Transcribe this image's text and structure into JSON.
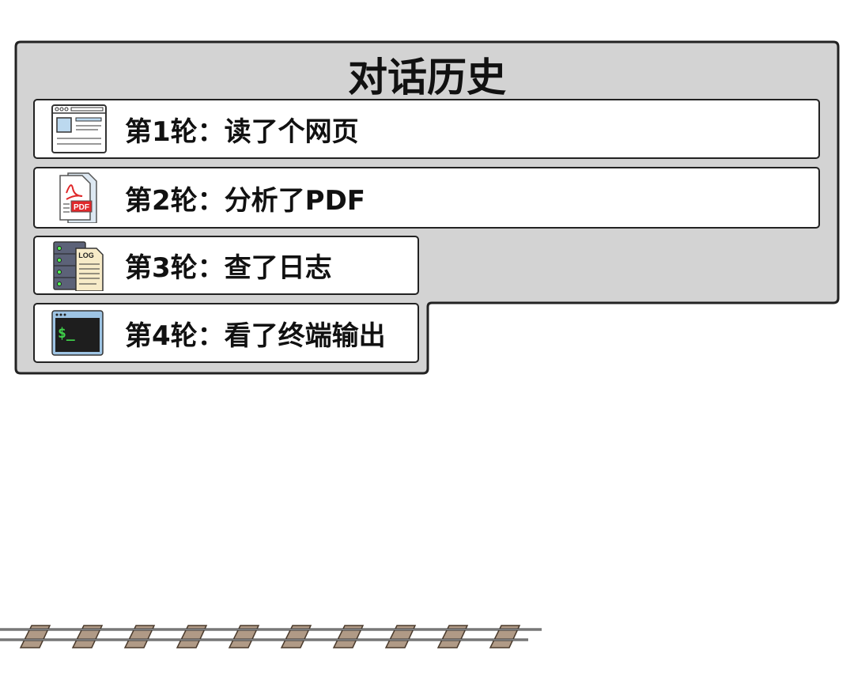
{
  "title": "对话历史",
  "rounds": [
    {
      "label": "第1轮：读了个网页",
      "icon": "webpage-icon"
    },
    {
      "label": "第2轮：分析了PDF",
      "icon": "pdf-icon"
    },
    {
      "label": "第3轮：查了日志",
      "icon": "log-icon"
    },
    {
      "label": "第4轮：看了终端输出",
      "icon": "terminal-icon"
    }
  ],
  "icon_text": {
    "pdf": "PDF",
    "log": "LOG",
    "prompt": "$_"
  },
  "colors": {
    "panel": "#d3d3d3",
    "border": "#222222",
    "tie": "#b09a86",
    "pdf_red": "#e0282a",
    "terminal_bg": "#1e1e1e",
    "terminal_green": "#3fd14a"
  }
}
